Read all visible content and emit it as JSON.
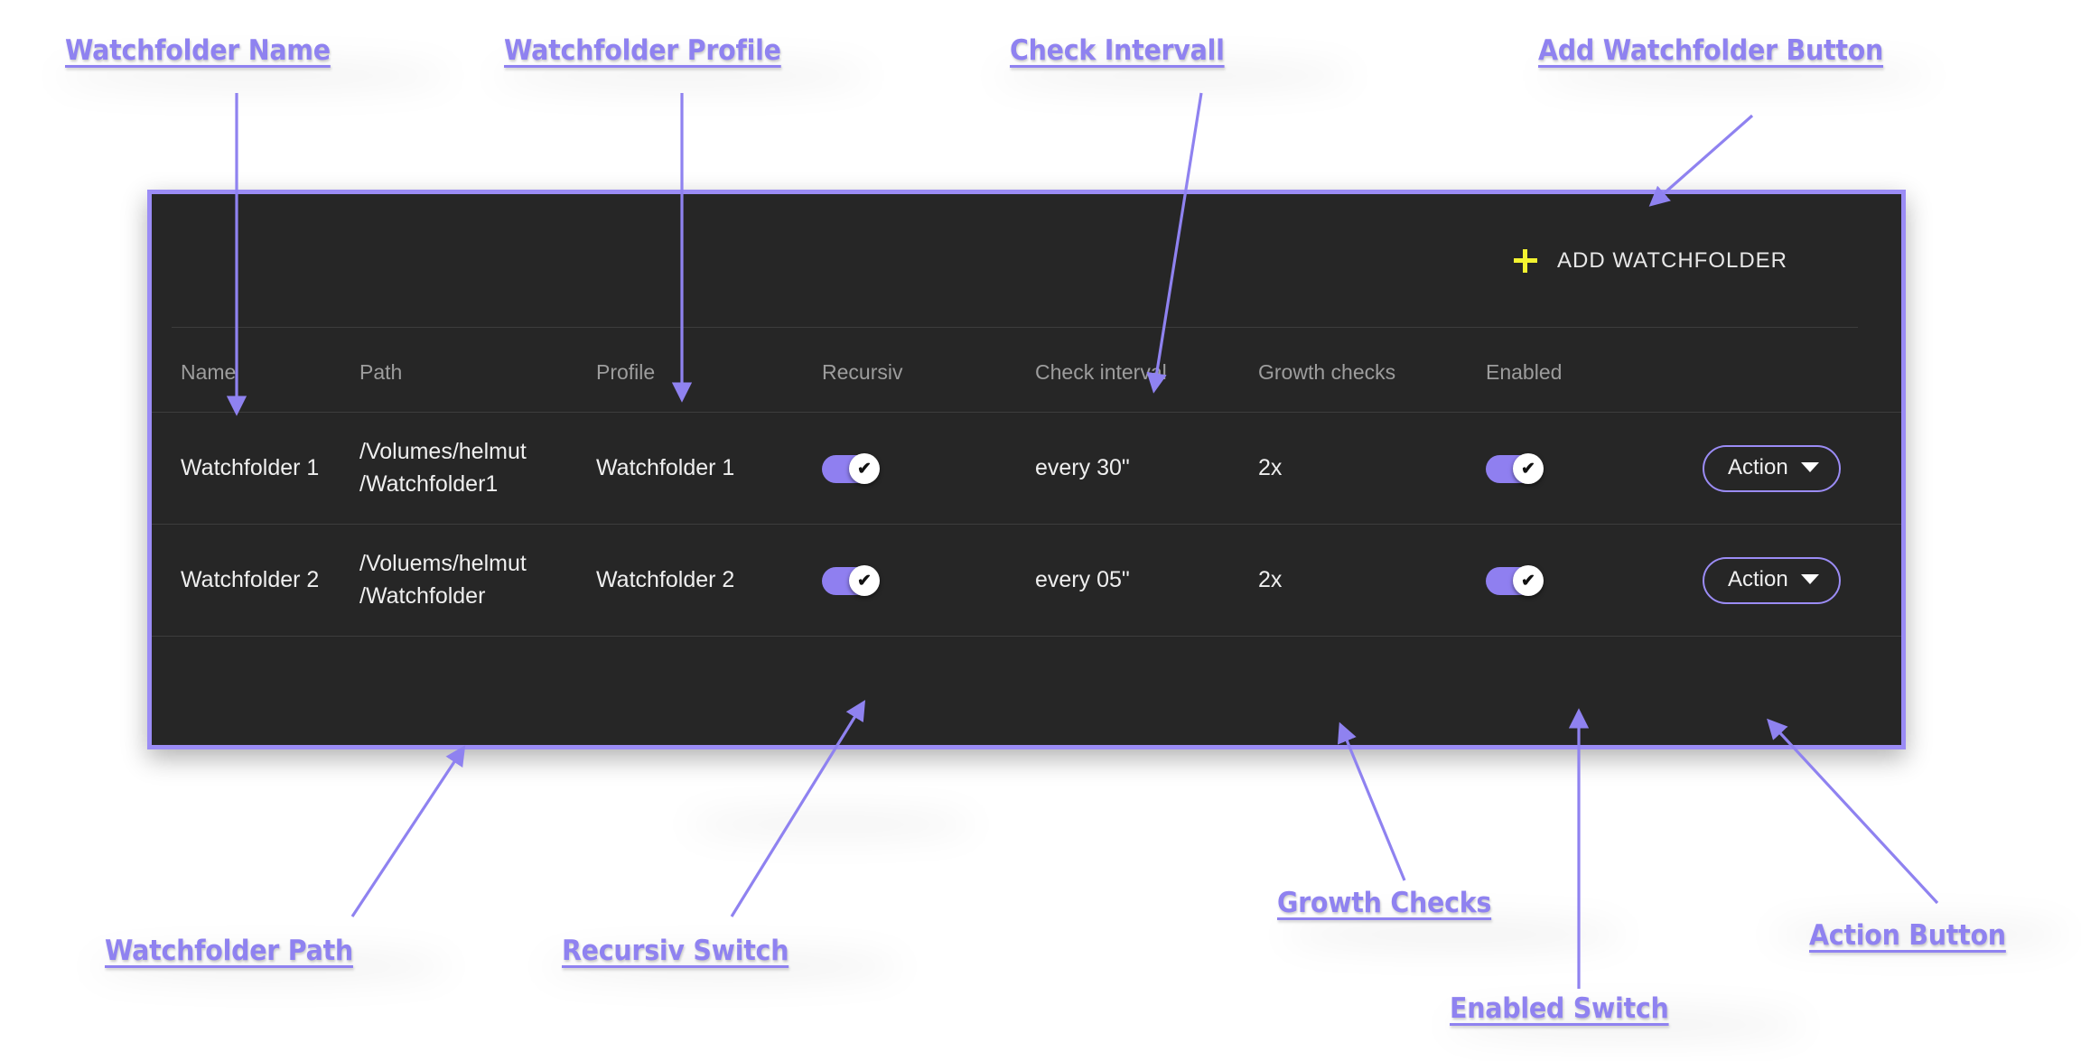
{
  "panel": {
    "toolbar": {
      "add_button_label": "ADD WATCHFOLDER",
      "plus_icon": "plus-icon"
    },
    "table": {
      "columns": [
        "Name",
        "Path",
        "Profile",
        "Recursiv",
        "Check interval",
        "Growth checks",
        "Enabled"
      ],
      "rows": [
        {
          "name": "Watchfolder 1",
          "path": "/Volumes/helmut\n/Watchfolder1",
          "profile": "Watchfolder 1",
          "recursiv": "on",
          "check_interval": "every 30\"",
          "growth_checks": "2x",
          "enabled": "on",
          "action_label": "Action"
        },
        {
          "name": "Watchfolder 2",
          "path": "/Voluems/helmut\n/Watchfolder",
          "profile": "Watchfolder 2",
          "recursiv": "on",
          "check_interval": "every 05\"",
          "growth_checks": "2x",
          "enabled": "on",
          "action_label": "Action"
        }
      ]
    }
  },
  "annotations": [
    {
      "id": "watchfolder-name",
      "text": "Watchfolder Name"
    },
    {
      "id": "watchfolder-profile",
      "text": "Watchfolder Profile"
    },
    {
      "id": "check-intervall",
      "text": "Check Intervall"
    },
    {
      "id": "add-watchfolder-button",
      "text": "Add Watchfolder Button"
    },
    {
      "id": "watchfolder-path",
      "text": "Watchfolder Path"
    },
    {
      "id": "recursiv-switch",
      "text": "Recursiv Switch"
    },
    {
      "id": "growth-checks",
      "text": "Growth Checks"
    },
    {
      "id": "enabled-switch",
      "text": "Enabled Switch"
    },
    {
      "id": "action-button",
      "text": "Action Button"
    }
  ],
  "colors": {
    "annotation": "#8f82f0",
    "panel_border": "#9b8cf5",
    "panel_background": "#262626",
    "accent_purple": "#8f7ff0",
    "plus_yellow": "#f2f230",
    "page_background": "#ffffff",
    "header_text": "#9d9d9d",
    "body_text": "#efefef"
  },
  "toggle_check_glyph": "✔"
}
